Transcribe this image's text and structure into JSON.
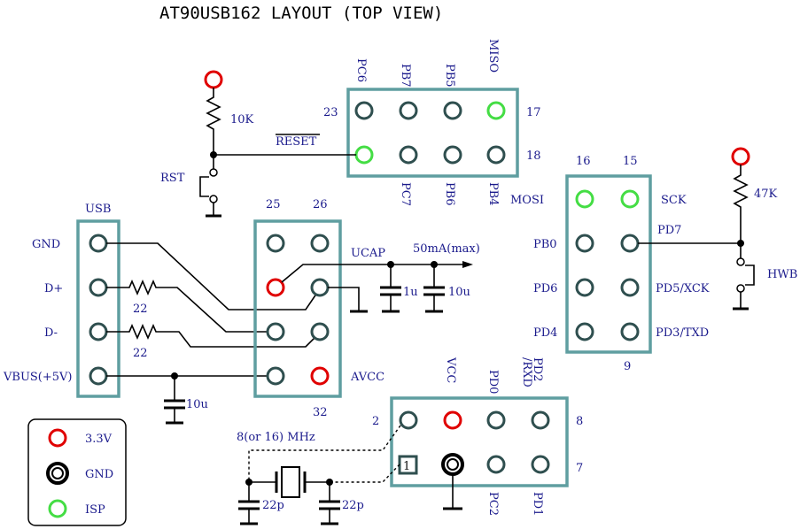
{
  "title": "AT90USB162 LAYOUT (TOP VIEW)",
  "colors": {
    "pad": "#2f4f4f",
    "power": "#e00000",
    "isp": "#44dd44",
    "gnd": "#000000",
    "board": "#5f9ea0",
    "label": "#1a1a8c"
  },
  "top_header": {
    "pin_23": "23",
    "pin_17": "17",
    "pin_18": "18",
    "top_labels": [
      "PC6",
      "PB7",
      "PB5",
      "MISO"
    ],
    "bottom_labels": [
      "PC7",
      "PB6",
      "PB4"
    ],
    "mosi": "MOSI"
  },
  "reset": {
    "resistor": "10K",
    "net": "RESET",
    "switch": "RST"
  },
  "right_header": {
    "pin_16": "16",
    "pin_15": "15",
    "pin_9": "9",
    "sck": "SCK",
    "left_labels": [
      "PB0",
      "PD6",
      "PD4"
    ],
    "right_labels": [
      "PD7",
      "PD5/XCK",
      "PD3/TXD"
    ],
    "resistor": "47K",
    "switch": "HWB"
  },
  "usb": {
    "header": "USB",
    "labels": [
      "GND",
      "D+",
      "D-",
      "VBUS(+5V)"
    ],
    "series_r": [
      "22",
      "22"
    ],
    "cap": "10u"
  },
  "mid_header": {
    "pin_25": "25",
    "pin_26": "26",
    "pin_32": "32",
    "ucap": "UCAP",
    "current": "50mA(max)",
    "cap1": "1u",
    "cap2": "10u",
    "avcc": "AVCC"
  },
  "bottom_header": {
    "pin_2": "2",
    "pin_8": "8",
    "pin_7": "7",
    "pin_1": "1",
    "top_labels": [
      "VCC",
      "PD0",
      "PD2\n/RXD"
    ],
    "bottom_labels": [
      "PC2",
      "PD1"
    ],
    "crystal": "8(or 16) MHz",
    "caps": [
      "22p",
      "22p"
    ]
  },
  "legend": {
    "items": [
      {
        "label": "3.3V",
        "kind": "power"
      },
      {
        "label": "GND",
        "kind": "gnd"
      },
      {
        "label": "ISP",
        "kind": "isp"
      }
    ]
  }
}
